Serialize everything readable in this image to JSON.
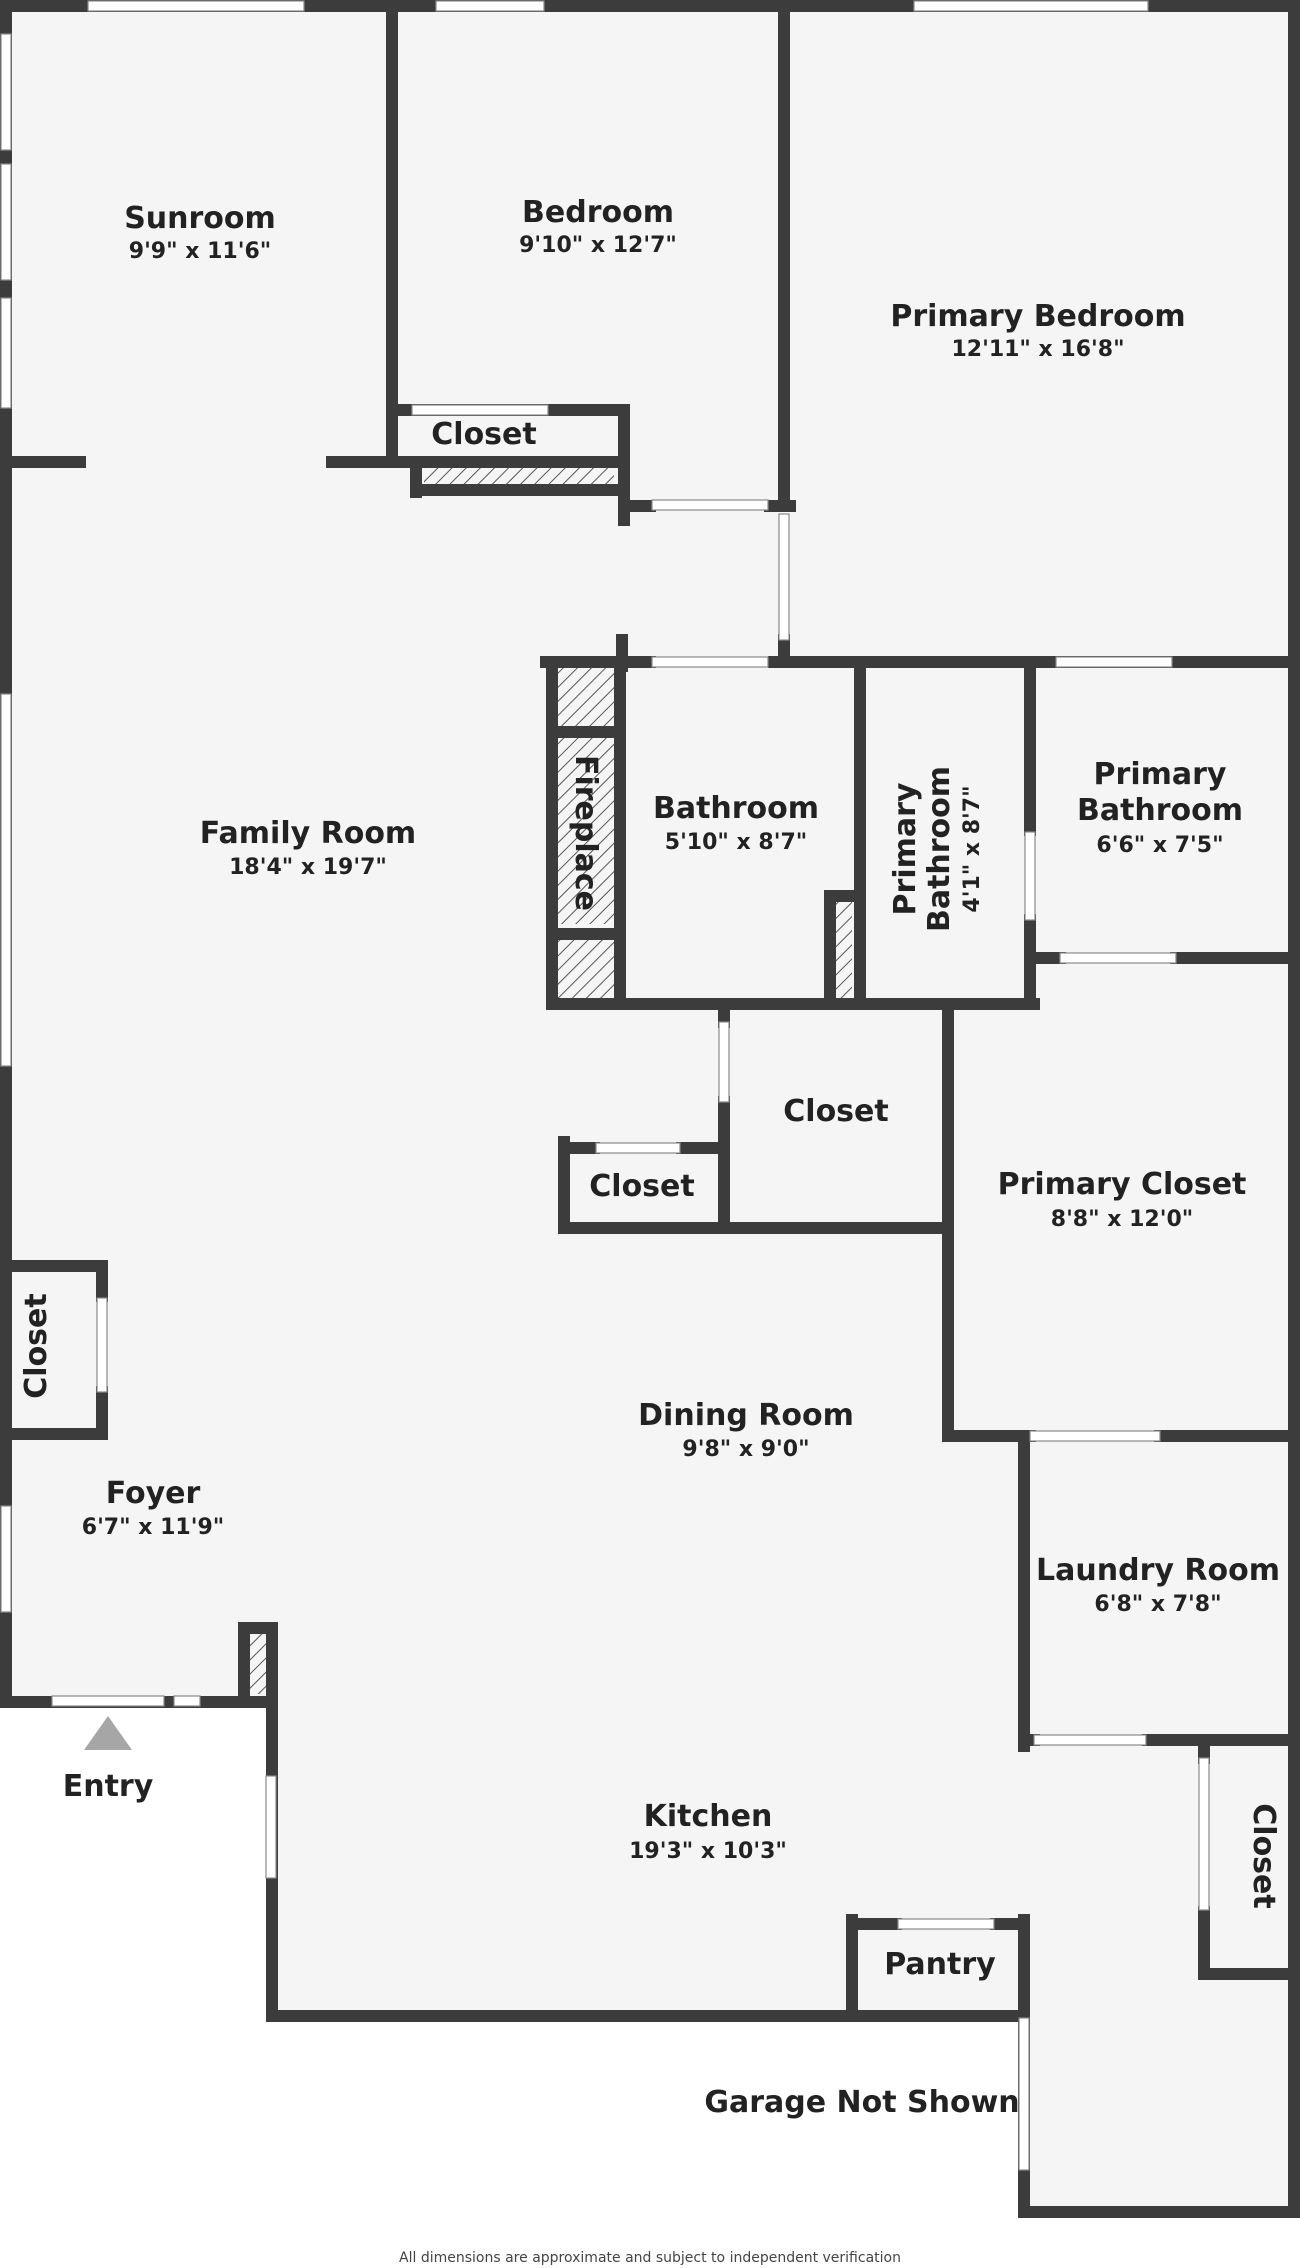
{
  "plan": {
    "colors": {
      "floor": "#f5f5f5",
      "wall": "#3c3c3c",
      "window": "#ffffff",
      "entry_marker": "#a6a6a6",
      "text": "#222222"
    },
    "rooms": {
      "sunroom": {
        "name": "Sunroom",
        "dim": "9'9\" x 11'6\""
      },
      "bedroom": {
        "name": "Bedroom",
        "dim": "9'10\" x 12'7\""
      },
      "primary_bedroom": {
        "name": "Primary Bedroom",
        "dim": "12'11\" x 16'8\""
      },
      "family_room": {
        "name": "Family Room",
        "dim": "18'4\" x 19'7\""
      },
      "bathroom": {
        "name": "Bathroom",
        "dim": "5'10\" x 8'7\""
      },
      "primary_bathroom_small": {
        "name_line1": "Primary",
        "name_line2": "Bathroom",
        "dim": "4'1\" x 8'7\""
      },
      "primary_bathroom": {
        "name_line1": "Primary",
        "name_line2": "Bathroom",
        "dim": "6'6\" x 7'5\""
      },
      "primary_closet": {
        "name": "Primary Closet",
        "dim": "8'8\" x 12'0\""
      },
      "dining_room": {
        "name": "Dining Room",
        "dim": "9'8\" x 9'0\""
      },
      "foyer": {
        "name": "Foyer",
        "dim": "6'7\" x 11'9\""
      },
      "laundry_room": {
        "name": "Laundry Room",
        "dim": "6'8\" x 7'8\""
      },
      "kitchen": {
        "name": "Kitchen",
        "dim": "19'3\" x 10'3\""
      }
    },
    "labels": {
      "closet_bedroom": "Closet",
      "fireplace": "Fireplace",
      "closet_center": "Closet",
      "closet_small": "Closet",
      "closet_west": "Closet",
      "closet_east": "Closet",
      "pantry": "Pantry",
      "entry": "Entry",
      "garage": "Garage Not Shown"
    },
    "disclaimer": "All dimensions are approximate and subject to independent verification"
  }
}
